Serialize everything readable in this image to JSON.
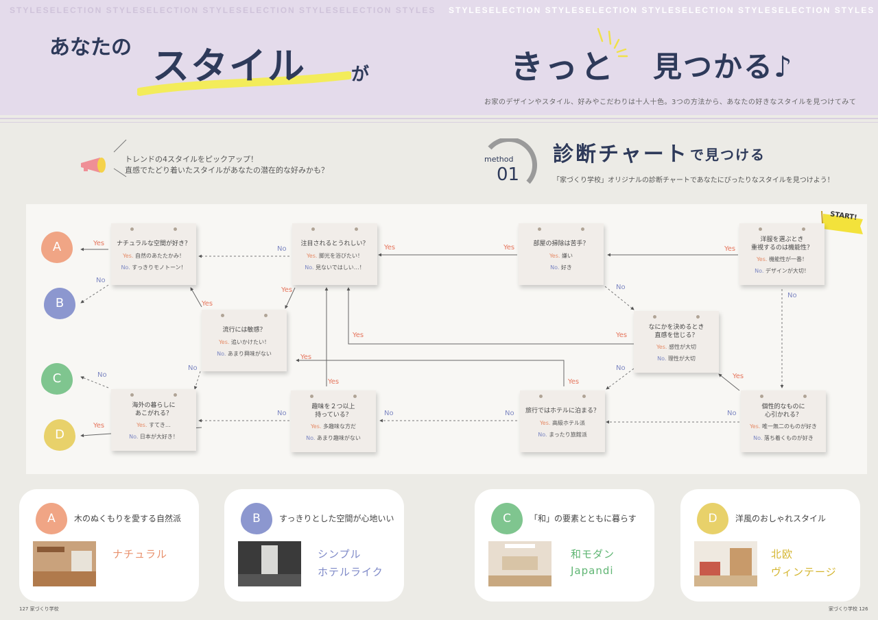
{
  "banner": "STYLESELECTION STYLESELECTION STYLESELECTION STYLESELECTION STYLESELECTION STYLESELECTION",
  "title": {
    "part1": "あなたの",
    "part2": "スタイル",
    "part3": "が",
    "part4": "きっと",
    "part5": "見つかる♪"
  },
  "subtitle": "お家のデザインやスタイル、好みやこだわりは十人十色。3つの方法から、あなたの好きなスタイルを見つけてみて",
  "intro": {
    "line1": "トレンドの4スタイルをピックアップ！",
    "line2": "直感でたどり着いたスタイルがあなたの潜在的な好みかも？"
  },
  "method": {
    "label": "method",
    "number": "01",
    "title": "診断チャート",
    "suffix": "で見つける",
    "desc": "「家づくり学校」オリジナルの診断チャートであなたにぴったりなスタイルを見つけよう！"
  },
  "flow": {
    "start": "START!",
    "yes_key": "Yes.",
    "no_key": "No.",
    "yes_label": "Yes",
    "no_label": "No",
    "cards": {
      "q1": {
        "question": "洋服を選ぶとき\n重視するのは機能性？",
        "yes": "機能性が一番！",
        "no": "デザインが大切！"
      },
      "q2": {
        "question": "部屋の掃除は苦手？",
        "yes": "嫌い",
        "no": "好き"
      },
      "q3": {
        "question": "注目されるとうれしい？",
        "yes": "脚光を浴びたい！",
        "no": "見ないではしい…！"
      },
      "q4": {
        "question": "ナチュラルな空間が好き？",
        "yes": "自然のあたたかみ！",
        "no": "すっきりモノトーン！"
      },
      "q5": {
        "question": "流行には敏感？",
        "yes": "追いかけたい！",
        "no": "あまり興味がない"
      },
      "q6": {
        "question": "なにかを決めるとき\n直感を信じる？",
        "yes": "感性が大切",
        "no": "理性が大切"
      },
      "q7": {
        "question": "海外の暮らしに\nあこがれる？",
        "yes": "すてき…",
        "no": "日本が大好き！"
      },
      "q8": {
        "question": "趣味を２つ以上\n持っている？",
        "yes": "多趣味な方だ",
        "no": "あまり趣味がない"
      },
      "q9": {
        "question": "旅行ではホテルに泊まる？",
        "yes": "高級ホテル派",
        "no": "まったり旅館派"
      },
      "q10": {
        "question": "個性的なものに\n心引かれる？",
        "yes": "唯一無二のものが好き",
        "no": "落ち着くものが好き"
      }
    }
  },
  "results": [
    {
      "letter": "A",
      "title": "木のぬくもりを愛する自然派",
      "styles": [
        "ナチュラル"
      ],
      "color": "#f0a585"
    },
    {
      "letter": "B",
      "title": "すっきりとした空間が心地いい",
      "styles": [
        "シンプル",
        "ホテルライク"
      ],
      "color": "#8c97cf"
    },
    {
      "letter": "C",
      "title": "「和」の要素とともに暮らす",
      "styles": [
        "和モダン",
        "Japandi"
      ],
      "color": "#7fc58f"
    },
    {
      "letter": "D",
      "title": "洋風のおしゃれスタイル",
      "styles": [
        "北欧",
        "ヴィンテージ"
      ],
      "color": "#e8d16a"
    }
  ],
  "colors": {
    "header": "#e4dbeb",
    "navy": "#2e3a5a",
    "highlight": "#f3ec5a",
    "yes": "#e5735a",
    "no": "#7c86c1",
    "a_text": "#e8906c",
    "b_text": "#7f8ac8",
    "c_text": "#5fb573",
    "d_text": "#d4b52e"
  },
  "folio": {
    "left": "127 家づくり学校",
    "right": "家づくり学校 126"
  }
}
